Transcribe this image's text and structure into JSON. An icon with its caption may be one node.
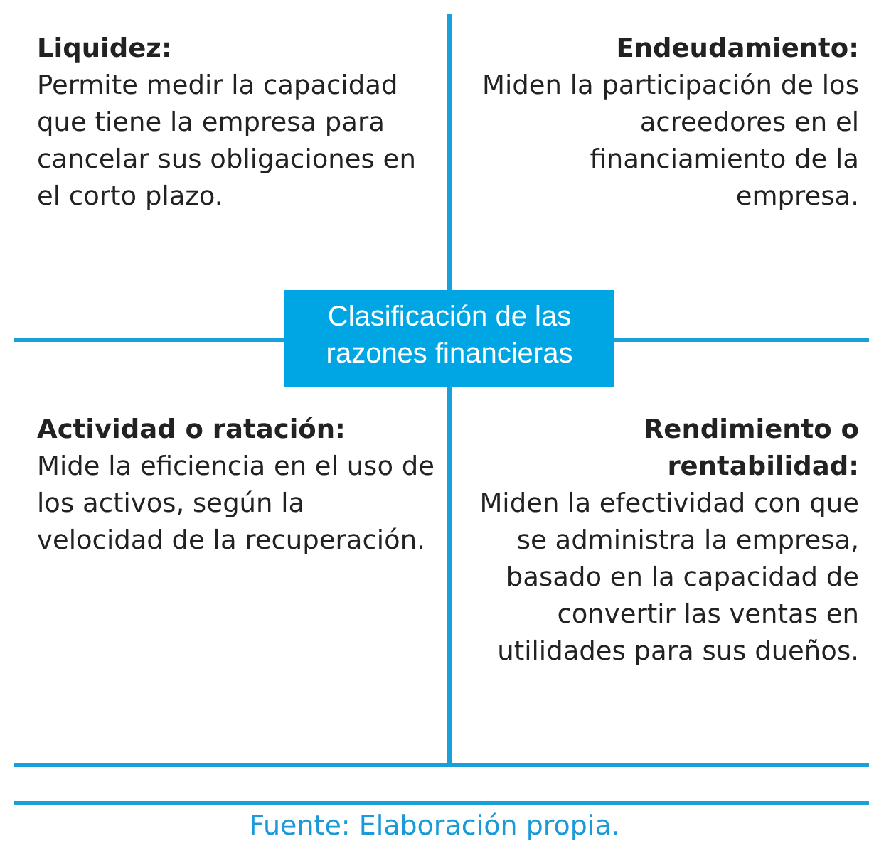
{
  "diagram": {
    "caption": "Fuente: Elaboración propia.",
    "nodes": [
      {
        "text": [
          "Liquidez:",
          "Permite medir la capacidad que tiene la empresa para cancelar sus obligaciones en el corto plazo."
        ]
      },
      {
        "text": [
          "Endeudamiento:",
          "Miden la participación de los acreedores en el financiamiento de la empresa."
        ]
      },
      {
        "text": [
          "Clasificación de las razones financieras"
        ]
      },
      {
        "text": [
          "Actividad o ratación:",
          "Mide la eficiencia en el uso de los activos, según la velocidad de la recuperación."
        ]
      },
      {
        "text": [
          "Rendimiento o rentabilidad:",
          "Miden la efectividad con que se administra la empresa, basado en la capacidad de convertir las ventas en utilidades para sus dueños."
        ]
      }
    ],
    "edges": []
  }
}
